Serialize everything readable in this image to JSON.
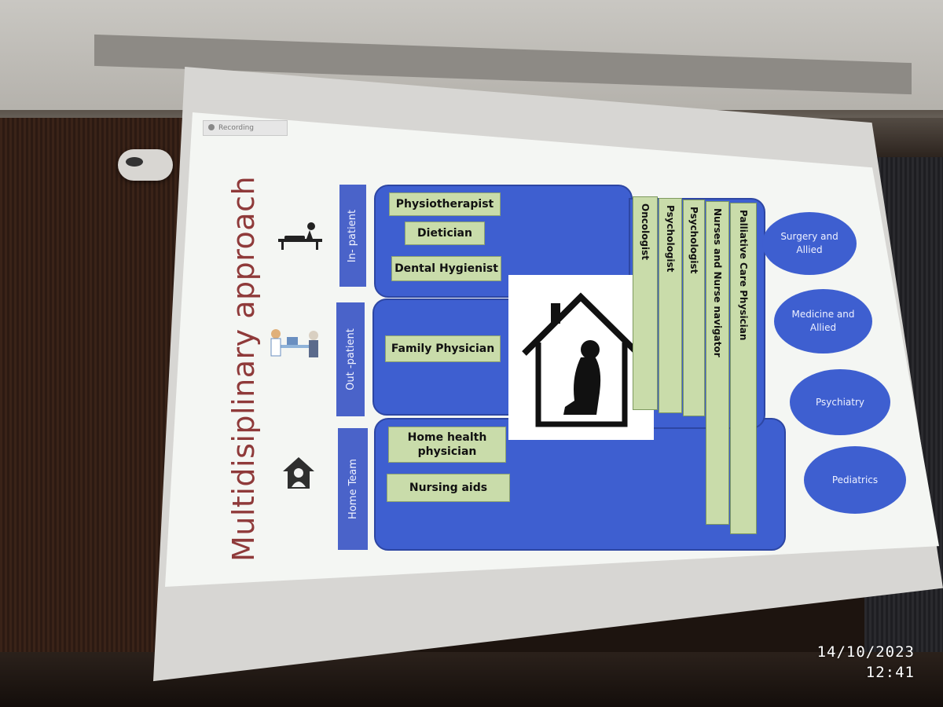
{
  "recording_label": "Recording",
  "slide": {
    "title": "Multidisiplinary approach",
    "sections": [
      {
        "label": "In- patient",
        "roles": [
          "Physiotherapist",
          "Dietician",
          "Dental Hygienist"
        ]
      },
      {
        "label": "Out -patient",
        "roles": [
          "Family Physician"
        ]
      },
      {
        "label": "Home Team",
        "roles": [
          "Home health physician",
          "Nursing aids"
        ]
      }
    ],
    "vertical_roles": [
      "Oncologist",
      "Psychologist",
      "Psychologist",
      "Nurses and Nurse navigator",
      "Palliative Care Physician"
    ],
    "specialties": [
      "Surgery and Allied",
      "Medicine and Allied",
      "Psychiatry",
      "Pediatrics"
    ],
    "colors": {
      "region": "#3e5fd0",
      "chip": "#c9dcaa",
      "title": "#8f3a3a"
    }
  },
  "timestamp": {
    "date": "14/10/2023",
    "time": "12:41"
  }
}
